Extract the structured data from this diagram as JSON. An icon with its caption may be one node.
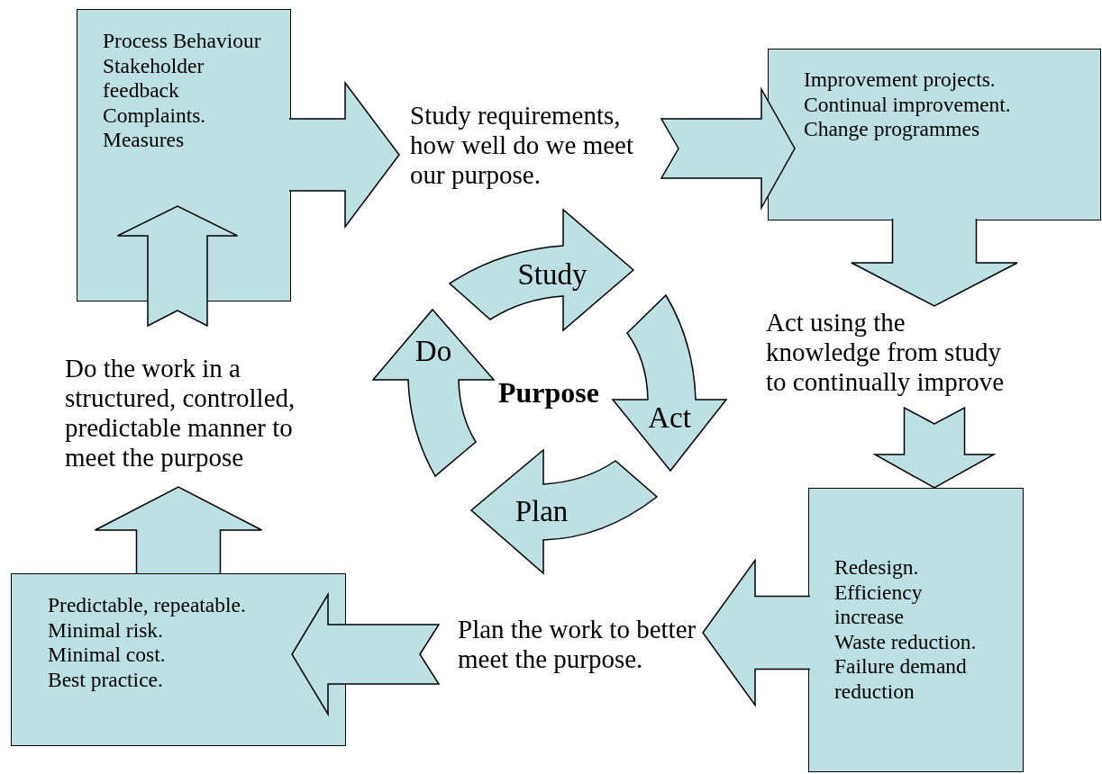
{
  "diagram": {
    "nodes": [
      {
        "text": [
          "Process Behaviour",
          "Stakeholder feedback",
          "Complaints.",
          "Measures"
        ]
      },
      {
        "text": [
          "Improvement projects.",
          "Continual improvement.",
          "Change programmes"
        ]
      },
      {
        "text": [
          "Redesign.",
          "Efficiency increase",
          "Waste reduction.",
          "Failure demand reduction"
        ]
      },
      {
        "text": [
          "Predictable, repeatable.",
          "Minimal risk.",
          "Minimal cost.",
          "Best practice."
        ]
      },
      {
        "text": [
          "Study requirements, how well do we meet our purpose."
        ]
      },
      {
        "text": [
          "Act using the knowledge from study to continually improve"
        ]
      },
      {
        "text": [
          "Plan the work to better meet the purpose."
        ]
      },
      {
        "text": [
          "Do the work in a structured, controlled, predictable manner to meet the purpose"
        ]
      },
      {
        "text": [
          "Study"
        ]
      },
      {
        "text": [
          "Do"
        ]
      },
      {
        "text": [
          "Act"
        ]
      },
      {
        "text": [
          "Plan"
        ]
      }
    ],
    "edges": [
      {
        "from": 0,
        "to": 4,
        "arrow": "to"
      },
      {
        "from": 4,
        "to": 1,
        "arrow": "to"
      },
      {
        "from": 1,
        "to": 5,
        "arrow": "to"
      },
      {
        "from": 5,
        "to": 2,
        "arrow": "to"
      },
      {
        "from": 2,
        "to": 6,
        "arrow": "to"
      },
      {
        "from": 6,
        "to": 3,
        "arrow": "to"
      },
      {
        "from": 3,
        "to": 7,
        "arrow": "to"
      },
      {
        "from": 7,
        "to": 0,
        "arrow": "to"
      }
    ],
    "labels": [
      "Purpose"
    ]
  }
}
